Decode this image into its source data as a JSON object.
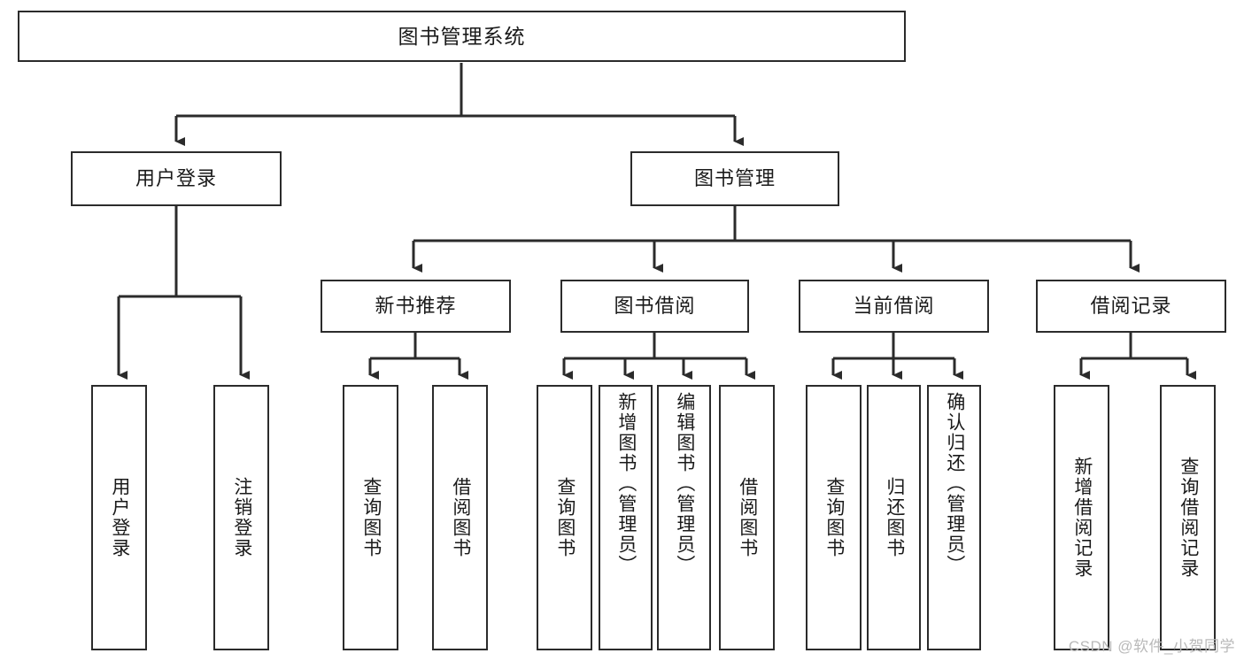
{
  "diagram": {
    "title": "图书管理系统",
    "watermark": "CSDN @软件_小贺同学",
    "colors": {
      "stroke": "#2b2b2b",
      "box_fill": "#ffffff",
      "text": "#1a1a1a",
      "watermark": "#b9b9b9",
      "background": "#ffffff"
    },
    "nodes": {
      "root": {
        "label": "图书管理系统"
      },
      "level2": [
        {
          "label": "用户登录"
        },
        {
          "label": "图书管理"
        }
      ],
      "level3": [
        {
          "label": "新书推荐"
        },
        {
          "label": "图书借阅"
        },
        {
          "label": "当前借阅"
        },
        {
          "label": "借阅记录"
        }
      ],
      "leaves": {
        "user_login": [
          {
            "label": "用户登录"
          },
          {
            "label": "注销登录"
          }
        ],
        "new_book_recommend": [
          {
            "label": "查询图书"
          },
          {
            "label": "借阅图书"
          }
        ],
        "book_borrow": [
          {
            "label": "查询图书"
          },
          {
            "label": "新增图书（管理员）"
          },
          {
            "label": "编辑图书（管理员）"
          },
          {
            "label": "借阅图书"
          }
        ],
        "current_borrow": [
          {
            "label": "查询图书"
          },
          {
            "label": "归还图书"
          },
          {
            "label": "确认归还（管理员）"
          }
        ],
        "borrow_records": [
          {
            "label": "新增借阅记录"
          },
          {
            "label": "查询借阅记录"
          }
        ]
      }
    }
  }
}
